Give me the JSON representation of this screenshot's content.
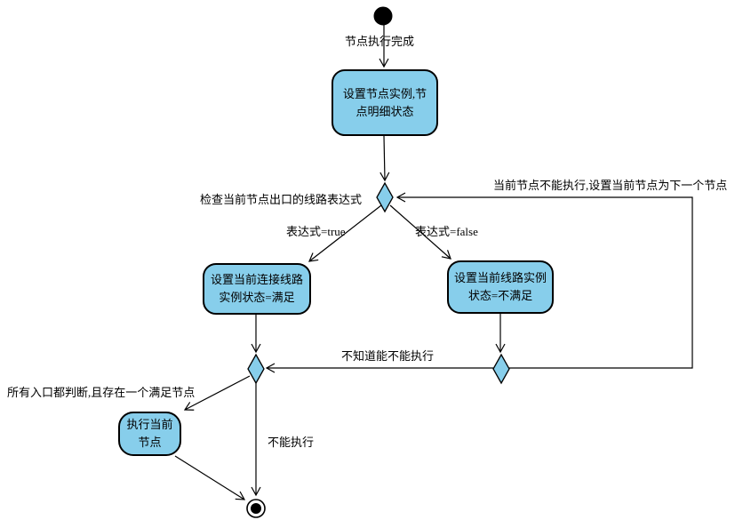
{
  "diagram": {
    "type": "uml-activity-diagram",
    "colors": {
      "node_fill": "#87CEEB",
      "stroke": "#000000",
      "background": "#ffffff"
    },
    "nodes": {
      "start": {
        "kind": "initial-node"
      },
      "set_node_instance": {
        "label": "设置节点实例,节点明细状态"
      },
      "set_connection_satisfied": {
        "label": "设置当前连接线路实例状态=满足"
      },
      "set_line_unsatisfied": {
        "label": "设置当前线路实例状态=不满足"
      },
      "execute_current_node": {
        "label": "执行当前节点"
      },
      "end": {
        "kind": "final-node"
      }
    },
    "edge_labels": {
      "node_exec_complete": "节点执行完成",
      "check_outgoing_expression": "检查当前节点出口的线路表达式",
      "expression_true": "表达式=true",
      "expression_false": "表达式=false",
      "cannot_execute_set_next": "当前节点不能执行,设置当前节点为下一个节点",
      "unknown_executable": "不知道能不能执行",
      "all_entries_judged": "所有入口都判断,且存在一个满足节点",
      "cannot_execute": "不能执行"
    }
  }
}
